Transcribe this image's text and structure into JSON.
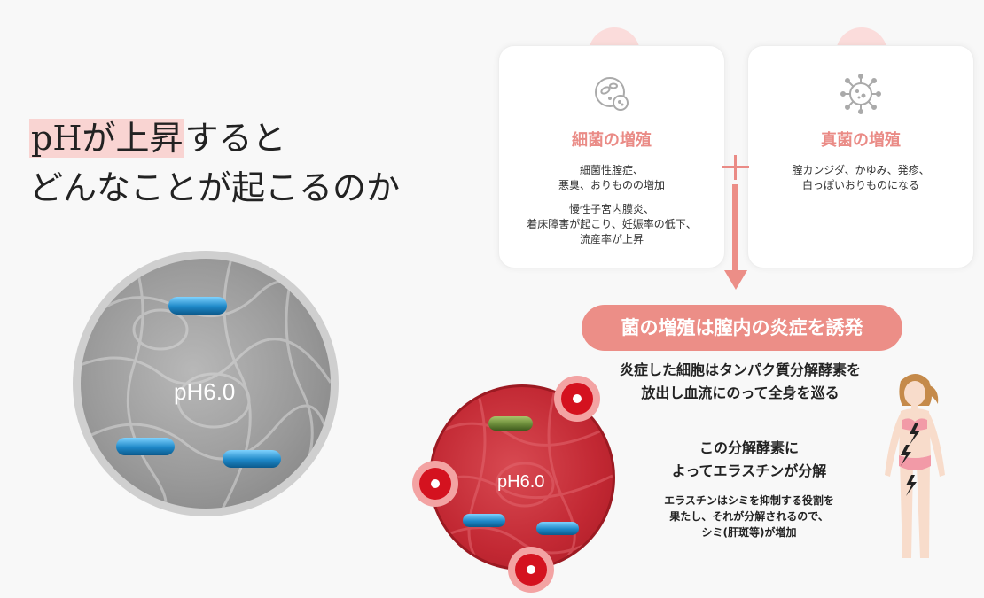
{
  "heading": {
    "highlight": "pHが上昇",
    "line1_rest": "すると",
    "line2": "どんなことが起こるのか"
  },
  "left_circle": {
    "label": "pH6.0"
  },
  "card_bacteria": {
    "icon": "bacteria-icon",
    "title": "細菌の増殖",
    "text1_line1": "細菌性膣症、",
    "text1_line2": "悪臭、おりものの増加",
    "text2_line1": "慢性子宮内膜炎、",
    "text2_line2": "着床障害が起こり、妊娠率の低下、",
    "text2_line3": "流産率が上昇"
  },
  "card_fungus": {
    "icon": "virus-icon",
    "title": "真菌の増殖",
    "text_line1": "膣カンジダ、かゆみ、発疹、",
    "text_line2": "白っぽいおりものになる"
  },
  "pill": {
    "label": "菌の増殖は膣内の炎症を誘発"
  },
  "inflammation": {
    "line1": "炎症した細胞はタンパク質分解酵素を",
    "line2": "放出し血流にのって全身を巡る"
  },
  "enzyme": {
    "line1": "この分解酵素に",
    "line2": "よってエラスチンが分解"
  },
  "elastin": {
    "line1": "エラスチンはシミを抑制する役割を",
    "line2": "果たし、それが分解されるので、",
    "line3": "シミ(肝斑等)が増加"
  },
  "red_circle": {
    "label": "pH6.0"
  },
  "colors": {
    "accent": "#ec8e87",
    "highlight": "#f9d4d2",
    "red": "#c22833",
    "bacteria_blue": "#1e88c8",
    "bacteria_green": "#6b8c3a"
  }
}
